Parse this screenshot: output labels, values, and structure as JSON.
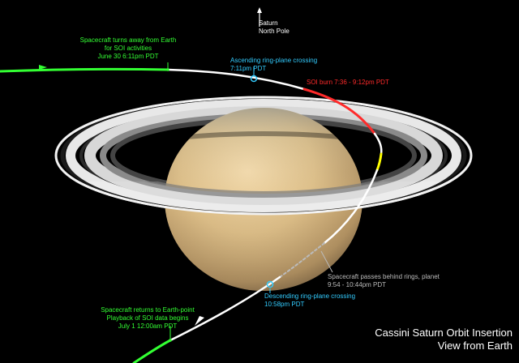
{
  "pole": {
    "line1": "Saturn",
    "line2": "North Pole"
  },
  "turn_away": {
    "line1": "Spacecraft turns away from Earth",
    "line2": "for SOI activities",
    "line3": "June 30 6:11pm PDT"
  },
  "ascending": {
    "line1": "Ascending ring-plane crossing",
    "line2": "7:11pm PDT"
  },
  "soi_burn": {
    "text": "SOI burn 7:36 - 9:12pm PDT"
  },
  "behind": {
    "line1": "Spacecraft passes behind rings, planet",
    "line2": "9:54 - 10:44pm PDT"
  },
  "descending": {
    "line1": "Descending ring-plane crossing",
    "line2": "10:58pm PDT"
  },
  "returns": {
    "line1": "Spacecraft returns to Earth-point",
    "line2": "Playback of SOI data begins",
    "line3": "July 1 12:00am PDT"
  },
  "title": {
    "line1": "Cassini Saturn Orbit Insertion",
    "line2": "View from Earth"
  },
  "colors": {
    "green": "#33ff33",
    "cyan": "#33ccff",
    "red": "#ff2a2a",
    "yellow": "#ffff00",
    "white": "#ffffff"
  }
}
